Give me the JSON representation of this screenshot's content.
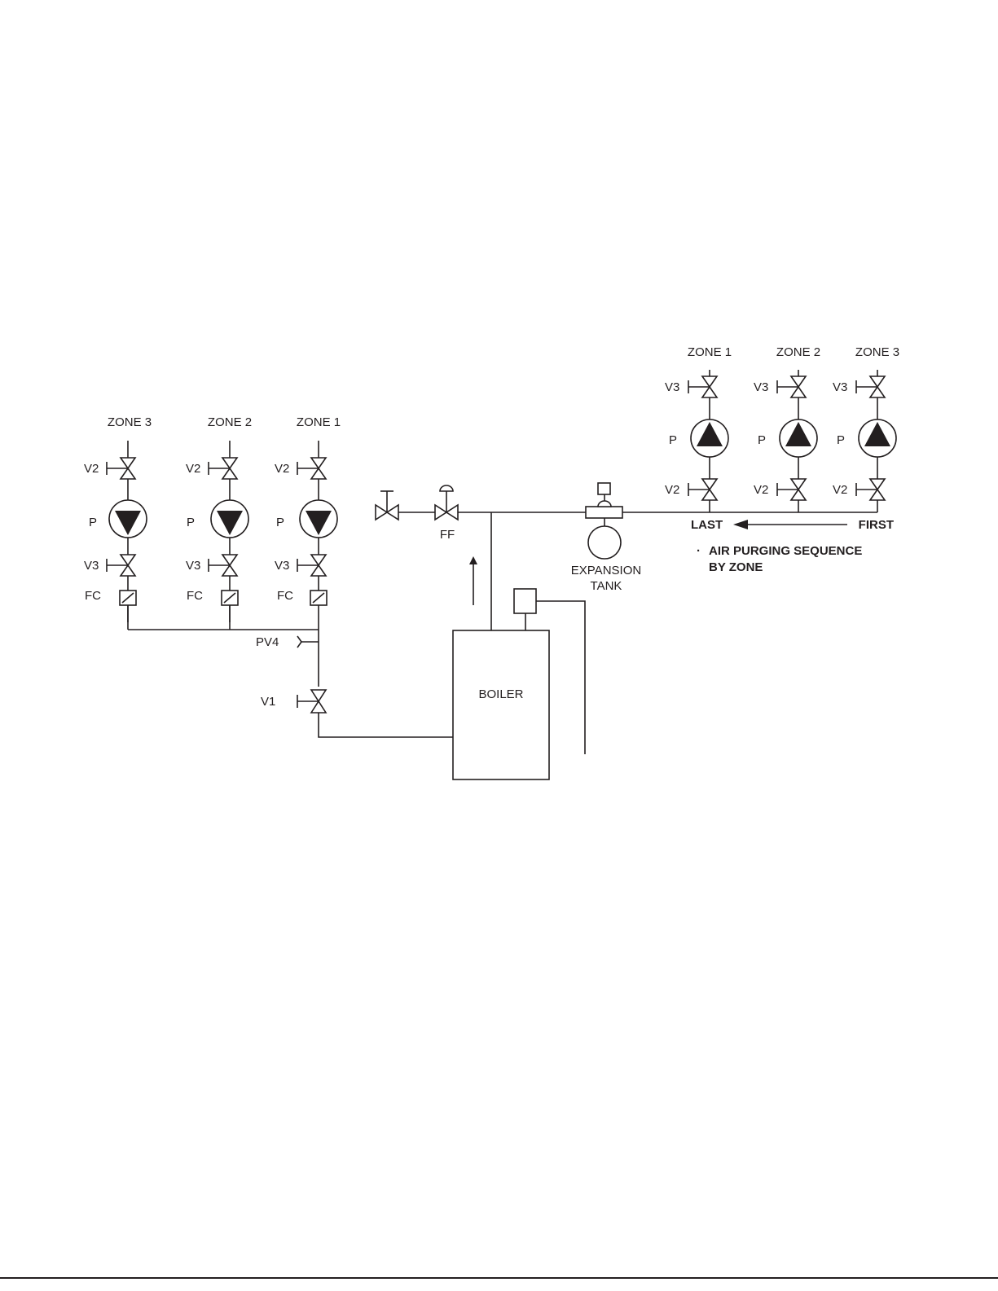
{
  "left_group": {
    "zones": [
      {
        "name": "ZONE 3",
        "supply_valve": "V2",
        "pump": "P",
        "return_valve": "V3",
        "flow_check": "FC"
      },
      {
        "name": "ZONE 2",
        "supply_valve": "V2",
        "pump": "P",
        "return_valve": "V3",
        "flow_check": "FC"
      },
      {
        "name": "ZONE 1",
        "supply_valve": "V2",
        "pump": "P",
        "return_valve": "V3",
        "flow_check": "FC"
      }
    ],
    "purge_valve": "PV4",
    "isolation_valve": "V1"
  },
  "right_group": {
    "zones": [
      {
        "name": "ZONE 1",
        "top_valve": "V3",
        "pump": "P",
        "bottom_valve": "V2"
      },
      {
        "name": "ZONE 2",
        "top_valve": "V3",
        "pump": "P",
        "bottom_valve": "V2"
      },
      {
        "name": "ZONE 3",
        "top_valve": "V3",
        "pump": "P",
        "bottom_valve": "V2"
      }
    ],
    "sequence": {
      "last": "LAST",
      "first": "FIRST",
      "note_bullet": "·",
      "note_line1": "AIR PURGING SEQUENCE",
      "note_line2": "BY ZONE"
    }
  },
  "fill_valve": "FF",
  "expansion_tank": {
    "line1": "EXPANSION",
    "line2": "TANK"
  },
  "boiler": "BOILER"
}
